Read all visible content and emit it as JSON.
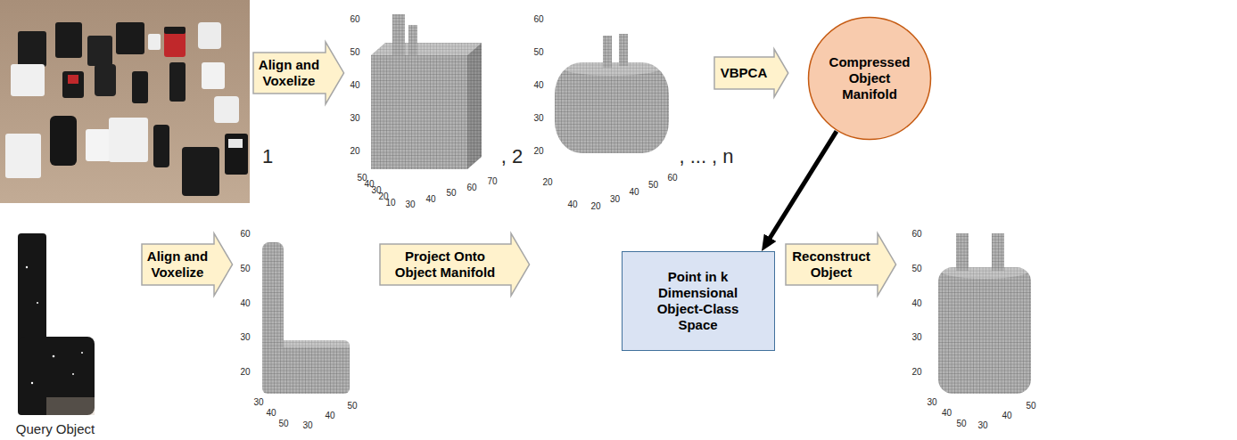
{
  "diagram": {
    "nodes": [
      {
        "text": [
          "Align and Voxelize"
        ]
      },
      {
        "text": [
          "VBPCA"
        ]
      },
      {
        "text": [
          "Compressed Object Manifold"
        ]
      },
      {
        "text": [
          "Align and Voxelize"
        ]
      },
      {
        "text": [
          "Project Onto Object Manifold"
        ]
      },
      {
        "text": [
          "Point in k Dimensional Object-Class Space"
        ]
      },
      {
        "text": [
          "Reconstruct Object"
        ]
      }
    ],
    "edges": [
      {
        "from": 2,
        "to": 5,
        "arrow": "to"
      }
    ],
    "labels": [
      "1",
      "60",
      "50",
      "40",
      "30",
      "20",
      "50",
      "40",
      "30",
      "20",
      "10",
      "30",
      "40",
      "50",
      "60",
      "70",
      ", 2",
      "60",
      "50",
      "40",
      "30",
      "20",
      "20",
      "40",
      "20",
      "30",
      "40",
      "50",
      "60",
      ", ... , n",
      "Query Object",
      "60",
      "50",
      "40",
      "30",
      "20",
      "30",
      "40",
      "50",
      "30",
      "40",
      "50",
      "60",
      "50",
      "40",
      "30",
      "20",
      "30",
      "40",
      "50",
      "30",
      "40",
      "50"
    ]
  }
}
